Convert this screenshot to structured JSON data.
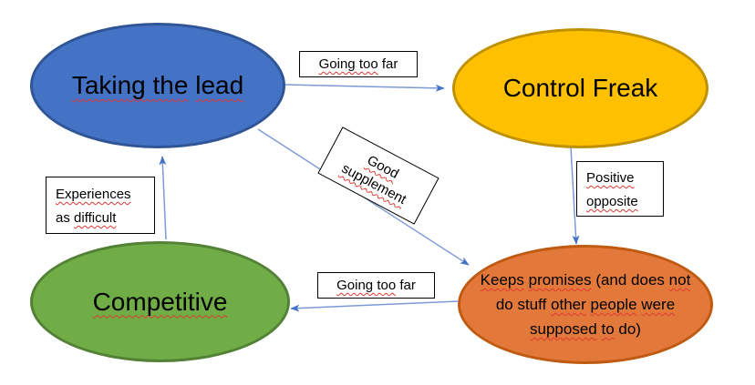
{
  "palette": {
    "arrow_stroke": "#7C99D6",
    "arrow_head": "#4472C4",
    "squiggle": "#E0392E",
    "box_border": "#000000",
    "box_background": "#FFFFFF"
  },
  "nodes": {
    "taking_the_lead": {
      "fill": "#4472C4",
      "border": "#2F5597",
      "seg1": "Taking the",
      "seg2": "lead"
    },
    "control_freak": {
      "fill": "#FFC000",
      "border": "#BF9000",
      "text": "Control Freak"
    },
    "competitive": {
      "fill": "#70AD47",
      "border": "#538135",
      "text": "Competitive"
    },
    "keeps_promises": {
      "fill": "#E2793B",
      "border": "#C05A11",
      "line1": {
        "w1": "Keeps",
        "w2": "promises",
        "w3": "(and does",
        "w4": "not"
      },
      "line2": {
        "w1": "do stuff",
        "w2": "other",
        "w3": "people",
        "w4": "were"
      },
      "line3": {
        "w1": "supposed",
        "w2": "to",
        "w3": "do)"
      }
    }
  },
  "edge_labels": {
    "going_too_far_top": {
      "sq": "Going too",
      "rest": "far"
    },
    "good_supplement": {
      "l1": "Good",
      "l2": "supplement"
    },
    "positive_opposite": {
      "l1": "Positive",
      "l2": "opposite"
    },
    "experiences": {
      "l1": "Experiences",
      "l2_plain": "as",
      "l2_sq": "difficult"
    },
    "going_too_far_bottom": {
      "sq": "Going too",
      "rest": "far"
    }
  }
}
